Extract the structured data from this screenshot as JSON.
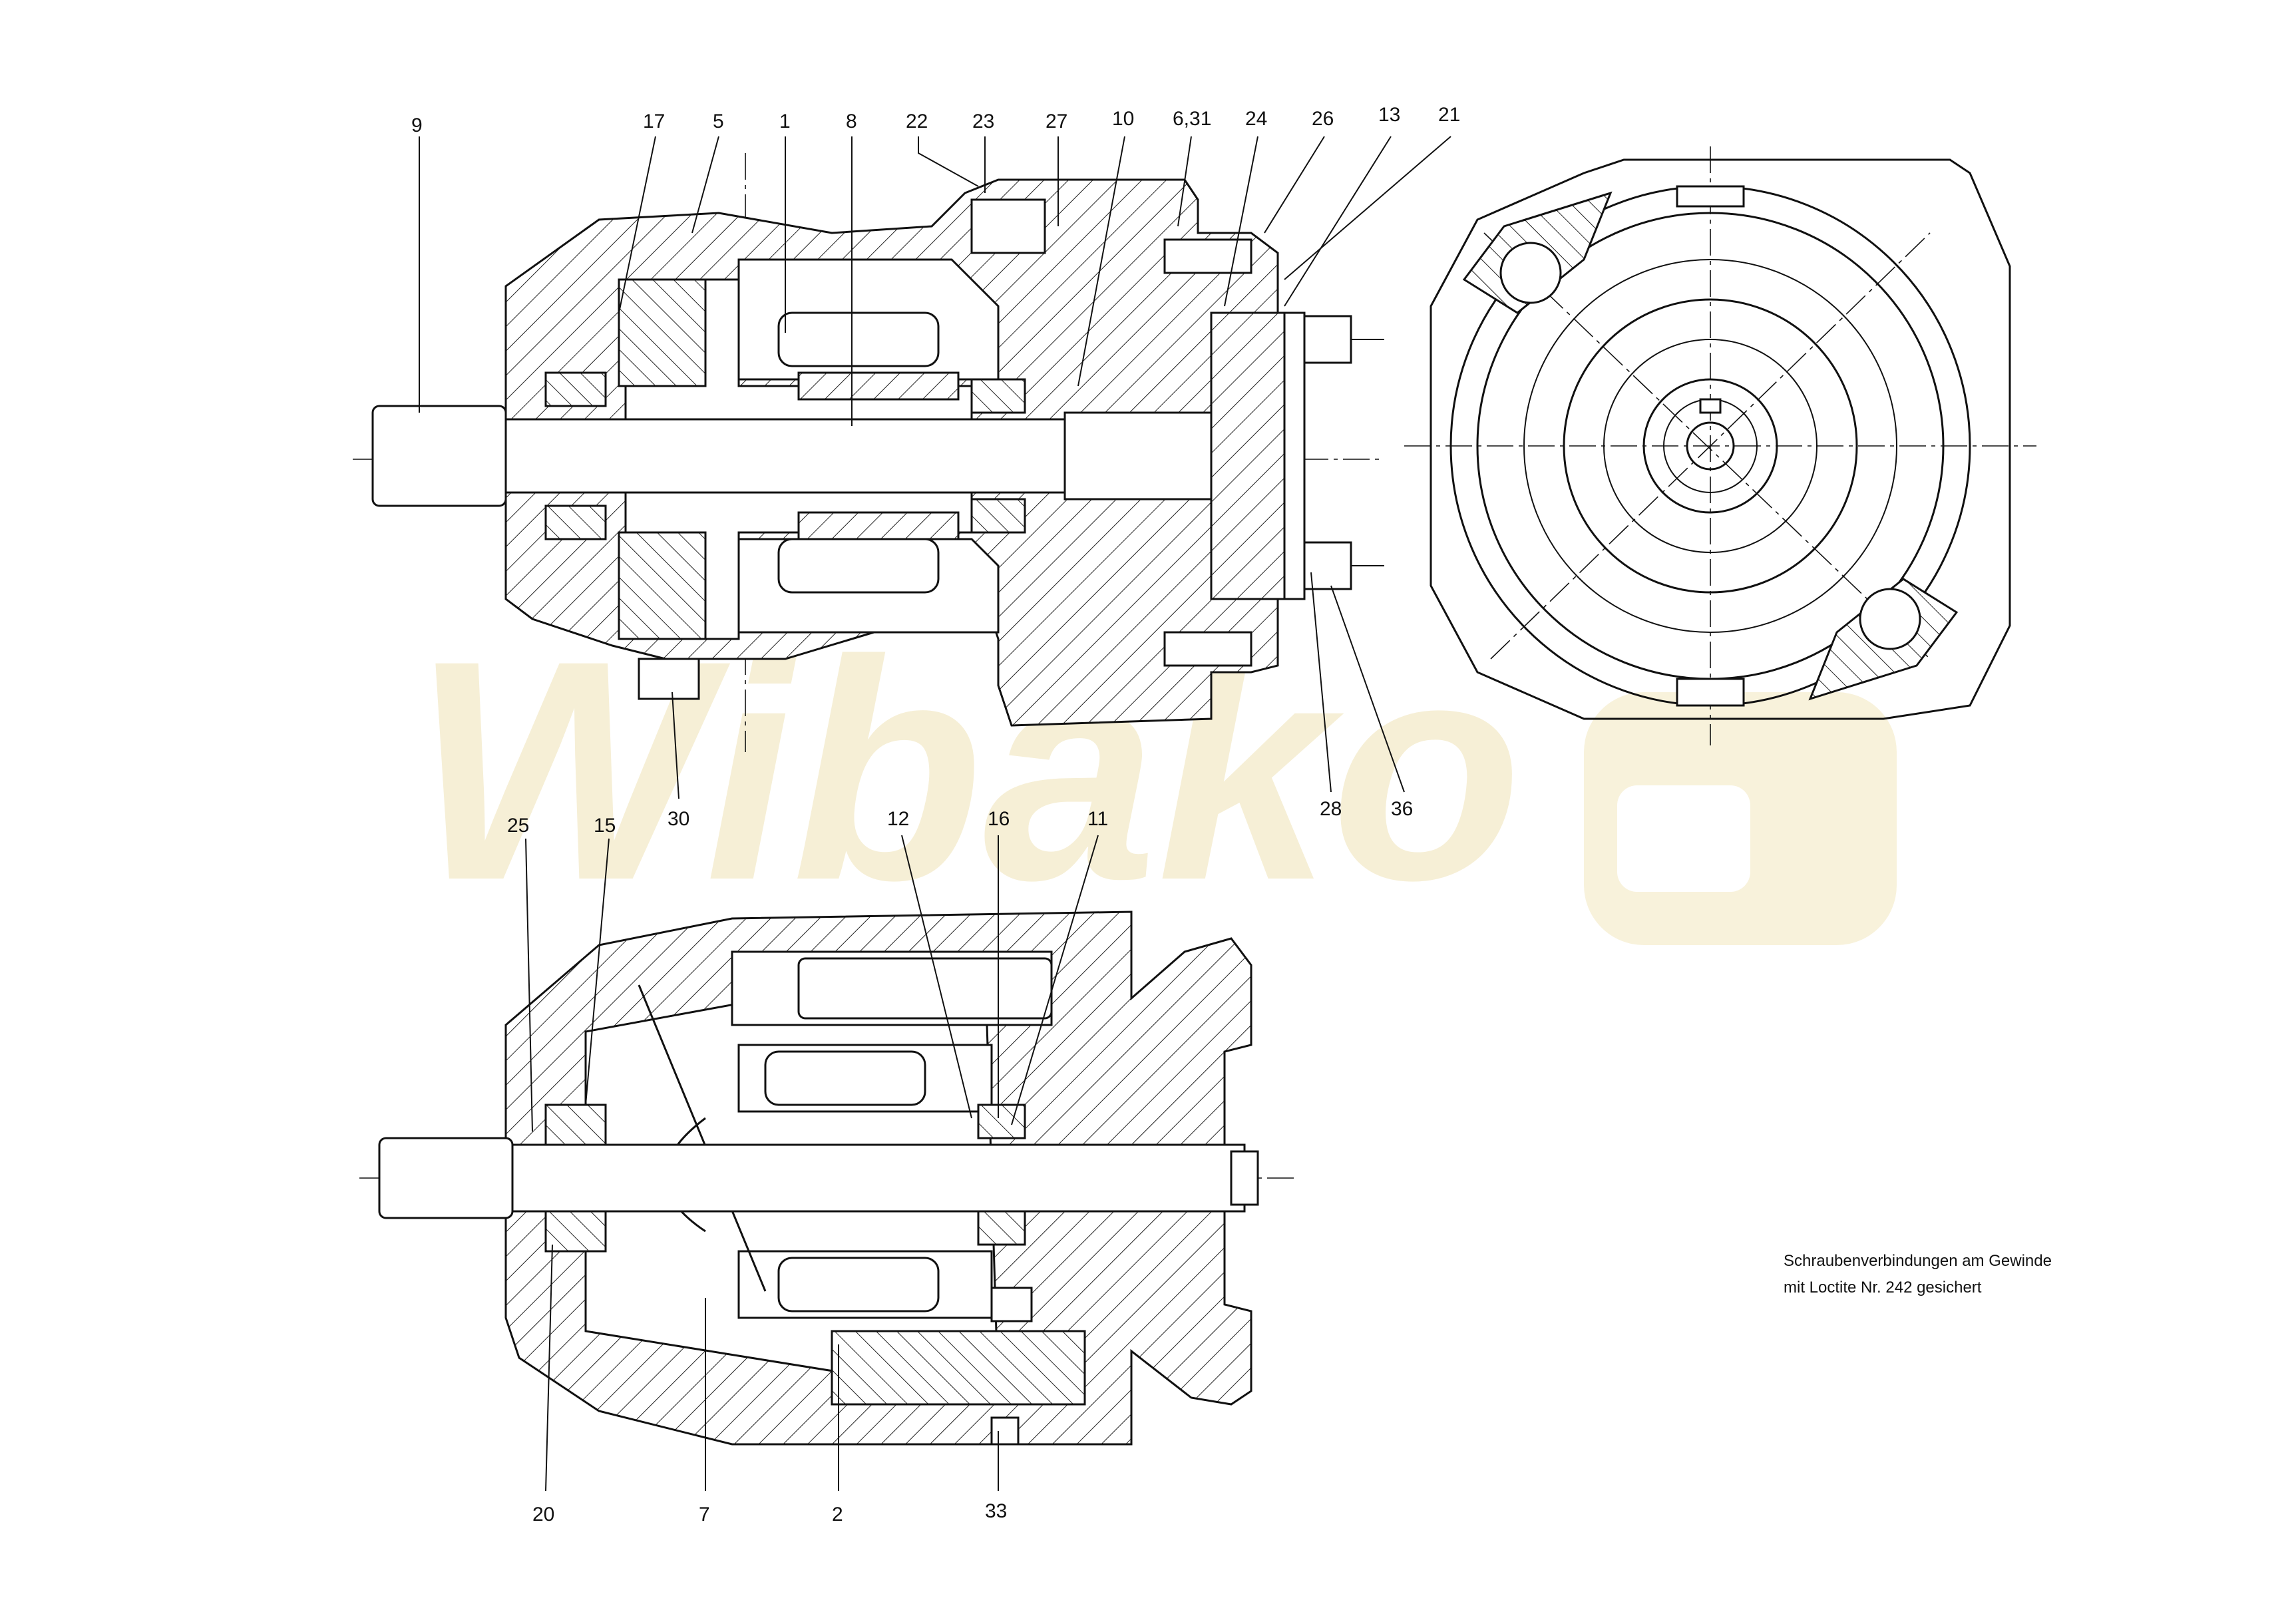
{
  "watermark": "Wibako",
  "note": {
    "line1": "Schraubenverbindungen am Gewinde",
    "line2": "mit Loctite Nr. 242 gesichert"
  },
  "callouts": {
    "top": [
      {
        "id": "9",
        "text": "9"
      },
      {
        "id": "17",
        "text": "17"
      },
      {
        "id": "5",
        "text": "5"
      },
      {
        "id": "1",
        "text": "1"
      },
      {
        "id": "8",
        "text": "8"
      },
      {
        "id": "22",
        "text": "22"
      },
      {
        "id": "23",
        "text": "23"
      },
      {
        "id": "27",
        "text": "27"
      },
      {
        "id": "10",
        "text": "10"
      },
      {
        "id": "6-31",
        "text": "6,31"
      },
      {
        "id": "24",
        "text": "24"
      },
      {
        "id": "26",
        "text": "26"
      },
      {
        "id": "13",
        "text": "13"
      },
      {
        "id": "21",
        "text": "21"
      },
      {
        "id": "30",
        "text": "30"
      },
      {
        "id": "28",
        "text": "28"
      },
      {
        "id": "36",
        "text": "36"
      }
    ],
    "bottom": [
      {
        "id": "25",
        "text": "25"
      },
      {
        "id": "15",
        "text": "15"
      },
      {
        "id": "12",
        "text": "12"
      },
      {
        "id": "16",
        "text": "16"
      },
      {
        "id": "11",
        "text": "11"
      },
      {
        "id": "20",
        "text": "20"
      },
      {
        "id": "7",
        "text": "7"
      },
      {
        "id": "2",
        "text": "2"
      },
      {
        "id": "33",
        "text": "33"
      }
    ]
  }
}
